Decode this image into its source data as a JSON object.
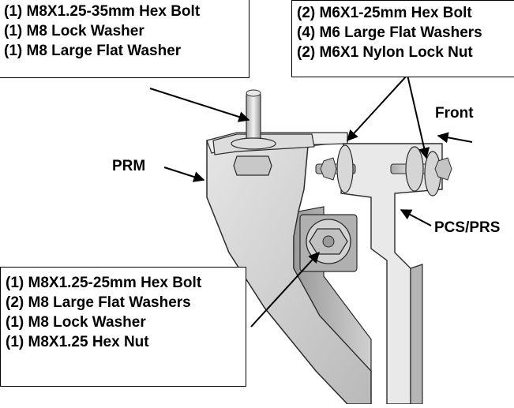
{
  "callouts": {
    "top_left": {
      "lines": [
        "(1) M8X1.25-35mm Hex Bolt",
        "(1) M8 Lock Washer",
        "(1) M8 Large Flat Washer"
      ]
    },
    "top_right": {
      "lines": [
        "(2) M6X1-25mm Hex Bolt",
        "(4) M6 Large Flat Washers",
        "(2) M6X1 Nylon Lock Nut"
      ]
    },
    "bottom_left": {
      "lines": [
        "(1) M8X1.25-25mm Hex Bolt",
        "(2) M8 Large Flat Washers",
        "(1) M8 Lock Washer",
        "(1) M8X1.25 Hex Nut"
      ]
    }
  },
  "labels": {
    "front": "Front",
    "prm": "PRM",
    "pcs_prs": "PCS/PRS"
  },
  "colors": {
    "metal_light": "#d9d9d9",
    "metal_mid": "#bdbdbd",
    "metal_dark": "#8c8c8c",
    "outline": "#2b2b2b",
    "text": "#000000"
  }
}
